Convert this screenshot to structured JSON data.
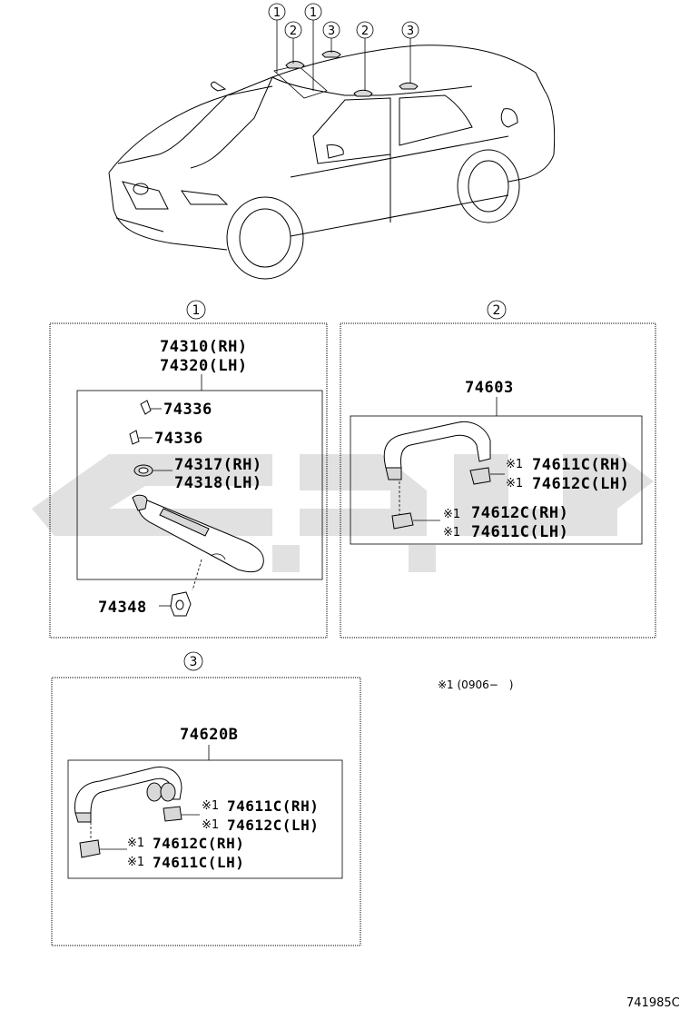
{
  "car_callouts": [
    "1",
    "2",
    "1",
    "3",
    "2",
    "3"
  ],
  "sections": {
    "s1": {
      "number": "1",
      "assembly": [
        "74310(RH)",
        "74320(LH)"
      ],
      "parts": {
        "clip_a": "74336",
        "clip_b": "74336",
        "holder": [
          "74317(RH)",
          "74318(LH)"
        ],
        "bracket": "74348"
      }
    },
    "s2": {
      "number": "2",
      "assembly": "74603",
      "mark": "※1",
      "parts": {
        "upper": [
          "74611C(RH)",
          "74612C(LH)"
        ],
        "lower": [
          "74612C(RH)",
          "74611C(LH)"
        ]
      }
    },
    "s3": {
      "number": "3",
      "assembly": "74620B",
      "mark": "※1",
      "parts": {
        "upper": [
          "74611C(RH)",
          "74612C(LH)"
        ],
        "lower": [
          "74612C(RH)",
          "74611C(LH)"
        ]
      }
    }
  },
  "footnote": "※1 (0906−　)",
  "figure_number": "741985C"
}
